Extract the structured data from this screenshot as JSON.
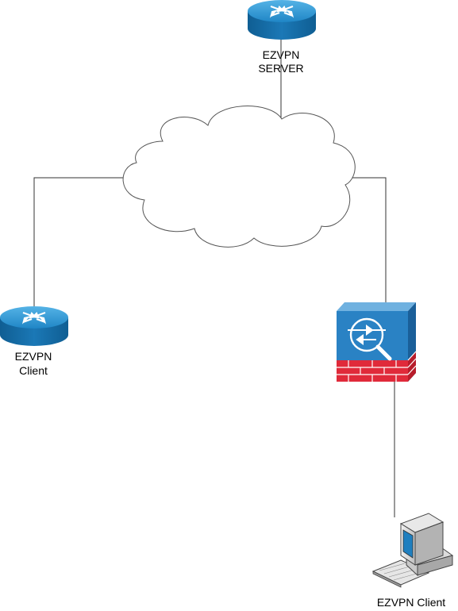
{
  "nodes": {
    "server": {
      "line1": "EZVPN",
      "line2": "SERVER",
      "icon": "router-icon"
    },
    "router_client": {
      "line1": "EZVPN",
      "line2": "Client",
      "icon": "router-icon"
    },
    "firewall": {
      "icon": "firewall-appliance-icon"
    },
    "pc_client": {
      "label": "EZVPN Client",
      "icon": "workstation-icon"
    },
    "cloud": {
      "icon": "cloud-icon"
    }
  },
  "colors": {
    "router_blue": "#1a7fbf",
    "firewall_blue": "#2a82c4",
    "brick_red": "#e02a3a",
    "cloud_stroke": "#555555",
    "line": "#333333"
  }
}
